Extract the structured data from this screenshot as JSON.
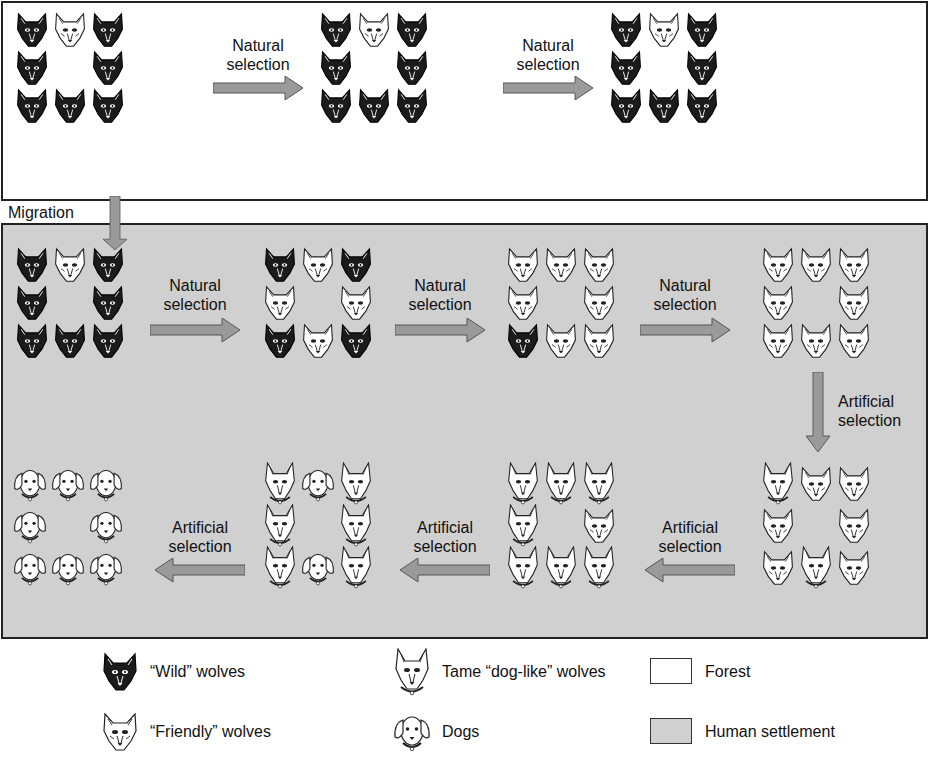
{
  "diagram": {
    "labels": [
      "Natural selection",
      "Natural selection",
      "Migration",
      "Natural selection",
      "Natural selection",
      "Natural selection",
      "Artificial selection",
      "Artificial selection",
      "Artificial selection",
      "Artificial selection"
    ],
    "legend": [
      {
        "text": "“Wild” wolves"
      },
      {
        "text": "Tame “dog-like” wolves"
      },
      {
        "text": "Forest",
        "color": "#ffffff"
      },
      {
        "text": "“Friendly” wolves"
      },
      {
        "text": "Dogs"
      },
      {
        "text": "Human settlement",
        "color": "#d0d0d0"
      }
    ]
  }
}
